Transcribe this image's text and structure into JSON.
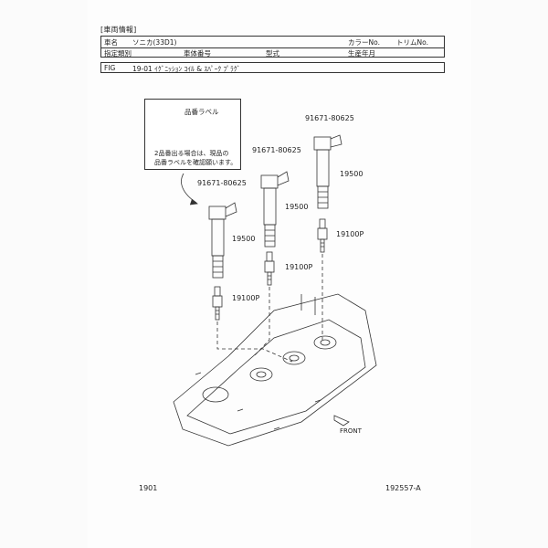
{
  "header": {
    "section_tag": "[車両情報]",
    "model_label": "車名",
    "model_value": "ソニカ(33D1)",
    "color_label": "カラーNo.",
    "trim_label": "トリムNo.",
    "spec_label": "指定類別",
    "body_number_label": "車体番号",
    "type_label": "型式",
    "production_label": "生産年月"
  },
  "fig": {
    "label": "FIG",
    "title": "19-01 ｲｸﾞﾆｯｼｮﾝ ｺｲﾙ & ｽﾊﾟｰｸ ﾌﾟﾗｸﾞ"
  },
  "callout": {
    "label_text": "品番ラベル",
    "note_line1": "2品番出る場合は、現品の",
    "note_line2": "品番ラベルを確認願います。"
  },
  "parts": {
    "grommet_right": "91671-80625",
    "grommet_mid": "91671-80625",
    "grommet_left": "91671-80625",
    "coil_right": "19500",
    "coil_mid": "19500",
    "coil_left": "19500",
    "plug_right": "19100P",
    "plug_mid": "19100P",
    "plug_left": "19100P"
  },
  "direction_label": "FRONT",
  "footer": {
    "page_code": "1901",
    "drawing_number": "192557-A"
  }
}
